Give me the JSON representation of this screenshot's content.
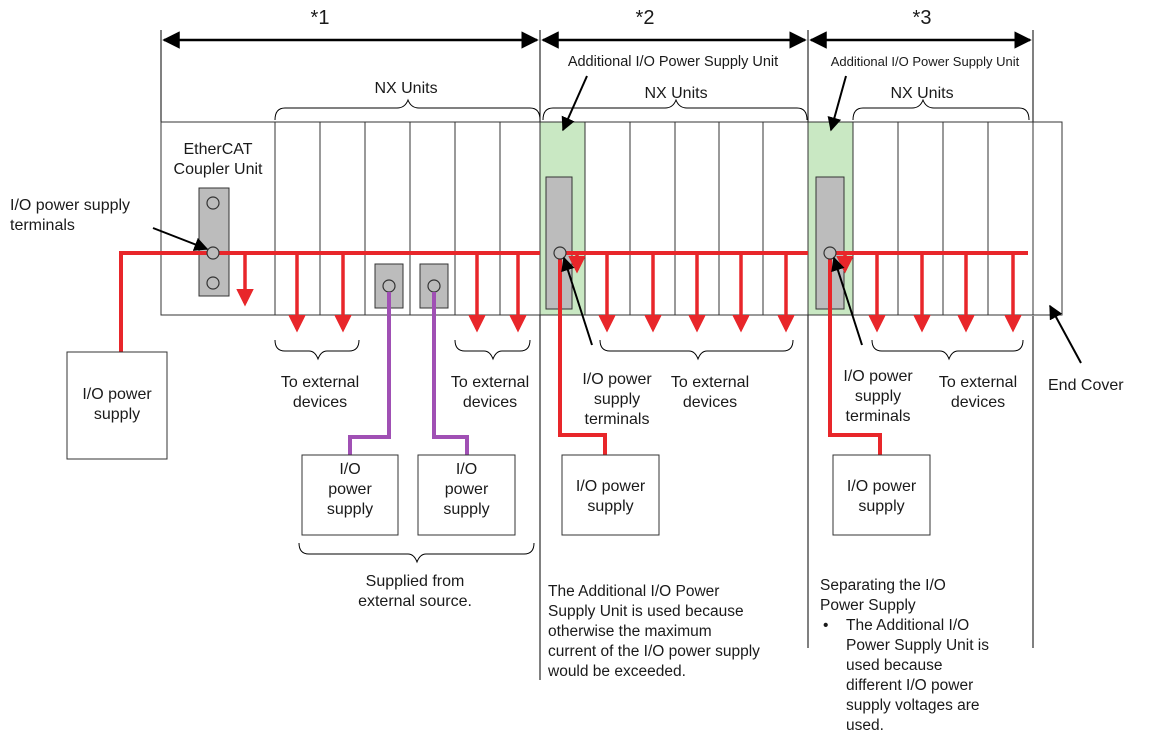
{
  "colors": {
    "power": "#e8262a",
    "external": "#a050b4",
    "additional_unit_fill": "#c9e8c3",
    "unit_outline": "#333333"
  },
  "sections": [
    {
      "marker": "*1",
      "top_label": "",
      "nx_label": "NX Units"
    },
    {
      "marker": "*2",
      "top_label": "Additional I/O Power Supply Unit",
      "nx_label": "NX Units"
    },
    {
      "marker": "*3",
      "top_label": "Additional I/O Power Supply Unit",
      "nx_label": "NX Units"
    }
  ],
  "labels": {
    "coupler": "EtherCAT\nCoupler Unit",
    "io_terminals_left": "I/O power supply\nterminals",
    "io_supply_left": "I/O power\nsupply",
    "ext1": "To external\ndevices",
    "ext2": "To external\ndevices",
    "io_supply_a": "I/O\npower\nsupply",
    "io_supply_b": "I/O\npower\nsupply",
    "supplied_from": "Supplied from\nexternal source.",
    "io_terminals_2": "I/O power\nsupply\nterminals",
    "ext3": "To external\ndevices",
    "io_supply_2": "I/O power\nsupply",
    "io_terminals_3": "I/O power\nsupply\nterminals",
    "ext4": "To external\ndevices",
    "io_supply_3": "I/O power\nsupply",
    "end_cover": "End Cover"
  },
  "notes": {
    "note2": "The Additional I/O Power\nSupply Unit is used because\notherwise the maximum\ncurrent of the I/O power supply\nwould be exceeded.",
    "note3_title": "Separating the I/O\nPower Supply",
    "note3_bullet": "The Additional I/O\nPower Supply Unit is\nused because\ndifferent I/O power\nsupply voltages are\nused."
  }
}
